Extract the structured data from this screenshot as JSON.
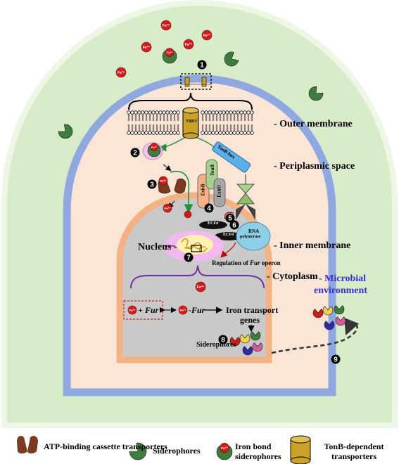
{
  "labels": {
    "outer_membrane": "- Outer membrane",
    "periplasmic_space": "- Periplasmic space",
    "inner_membrane": "- Inner membrane",
    "nucleus": "Nucleus -",
    "cytoplasm": "- Cytoplasm",
    "microbial_env_line1": "- Microbial",
    "microbial_env_line2": "environment",
    "regulation_prefix": "Regulation of ",
    "regulation_gene": "Fur",
    "regulation_suffix": " operon",
    "iron_transport_line1": "Iron transport",
    "iron_transport_line2": "genes",
    "siderophores_inner": "Siderophores",
    "tbdt": "TBDT",
    "tonb_box": "TonB box",
    "tonb": "TonB",
    "exbb": "ExbB",
    "exbd": "ExbD",
    "ecf_sigma": "ECFσ",
    "rna_polymerase_line1": "RNA",
    "rna_polymerase_line2": "polymerase",
    "fe2": "Fe²⁺",
    "fur": "Fur",
    "plus": "+",
    "fe_fur_suffix": "-Fur"
  },
  "steps": [
    "1",
    "2",
    "3",
    "4",
    "5",
    "6",
    "7",
    "8",
    "9"
  ],
  "legend": {
    "abc": "ATP-binding cassette transporters",
    "sid": "Siderophores",
    "iron_sid": "Iron bond siderophores",
    "tbdt": "TonB-dependent transporters"
  },
  "colors": {
    "outer_bg": "#d9ecc9",
    "outer_border": "#eef6e6",
    "membrane_blue": "#8fa8e0",
    "periplasm": "#fbe5d6",
    "inner_membrane": "#f4b183",
    "cytoplasm": "#c9c9c9",
    "iron_red": "#d01c1c",
    "siderophore_green": "#3f7d3f",
    "abc_brown": "#7a3b22",
    "tbdt_gold": "#c9a227",
    "purple": "#7030a0"
  }
}
